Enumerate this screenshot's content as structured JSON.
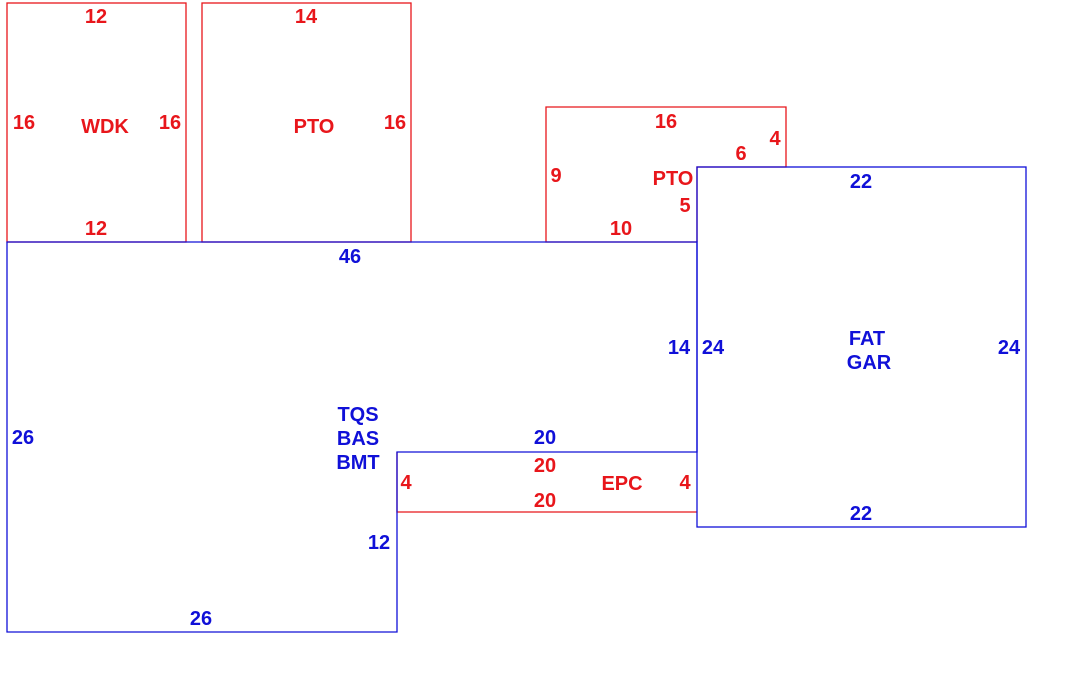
{
  "colors": {
    "addition": "#e8161b",
    "main": "#1010d8"
  },
  "areas": {
    "wdk": {
      "label": "WDK",
      "top": "12",
      "bottom": "12",
      "left": "16",
      "right": "16"
    },
    "pto1": {
      "label": "PTO",
      "top": "14",
      "right": "16"
    },
    "pto2": {
      "label": "PTO",
      "top": "16",
      "left": "9",
      "bottom": "10",
      "step_right": "4",
      "step_top": "6",
      "step_left": "5"
    },
    "main": {
      "label_lines": [
        "TQS",
        "BAS",
        "BMT"
      ],
      "top": "46",
      "left": "26",
      "bottom": "26",
      "right_lower": "12",
      "right_upper": "14",
      "notch_top": "20"
    },
    "garage": {
      "label_lines": [
        "FAT",
        "GAR"
      ],
      "top": "22",
      "bottom": "22",
      "left": "24",
      "right": "24"
    },
    "epc": {
      "label": "EPC",
      "top": "20",
      "bottom": "20",
      "left": "4",
      "right": "4"
    }
  }
}
